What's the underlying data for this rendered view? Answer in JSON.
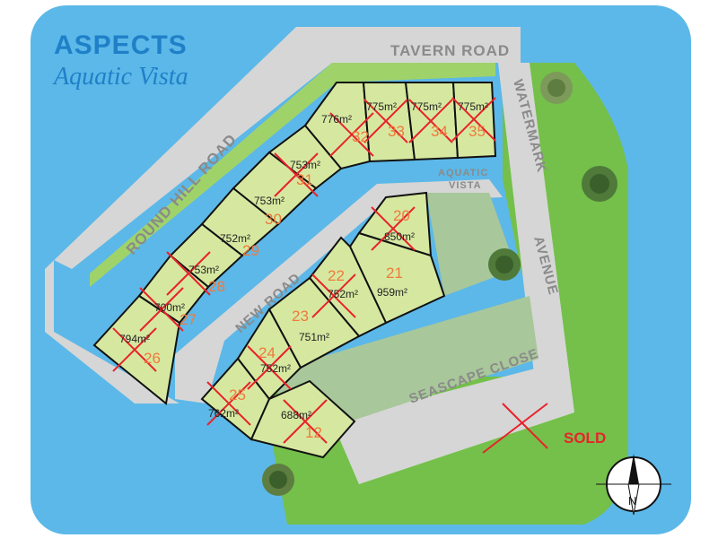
{
  "title": "ASPECTS",
  "subtitle": "Aquatic Vista",
  "roads": {
    "tavern": "TAVERN ROAD",
    "round_hill": "ROUND HILL ROAD",
    "new_road": "NEW ROAD",
    "watermark": "WATERMARK",
    "avenue": "AVENUE",
    "aquatic_line1": "AQUATIC",
    "aquatic_line2": "VISTA",
    "seascape": "SEASCAPE CLOSE"
  },
  "legend": {
    "sold": "SOLD"
  },
  "compass": {
    "north": "N"
  },
  "colors": {
    "water": "#5cb8e8",
    "lot_fill": "#d6e8a0",
    "park": "#74c04a",
    "road": "#d6d6d6",
    "sold_mark": "#e8232b",
    "lot_number": "#f0793b"
  },
  "lots": [
    {
      "number": "",
      "area": "776m²",
      "sold": false
    },
    {
      "number": "32",
      "area": "",
      "sold": true
    },
    {
      "number": "33",
      "area": "775m²",
      "sold": true
    },
    {
      "number": "34",
      "area": "775m²",
      "sold": true
    },
    {
      "number": "35",
      "area": "775m²",
      "sold": true
    },
    {
      "number": "31",
      "area": "753m²",
      "sold": true
    },
    {
      "number": "30",
      "area": "753m²",
      "sold": false
    },
    {
      "number": "29",
      "area": "752m²",
      "sold": false
    },
    {
      "number": "28",
      "area": "753m²",
      "sold": true
    },
    {
      "number": "27",
      "area": "700m²",
      "sold": true
    },
    {
      "number": "26",
      "area": "794m²",
      "sold": true
    },
    {
      "number": "20",
      "area": "850m²",
      "sold": true
    },
    {
      "number": "21",
      "area": "959m²",
      "sold": false
    },
    {
      "number": "22",
      "area": "752m²",
      "sold": true
    },
    {
      "number": "23",
      "area": "751m²",
      "sold": false
    },
    {
      "number": "24",
      "area": "752m²",
      "sold": true
    },
    {
      "number": "25",
      "area": "762m²",
      "sold": true
    },
    {
      "number": "12",
      "area": "688m²",
      "sold": true
    }
  ]
}
